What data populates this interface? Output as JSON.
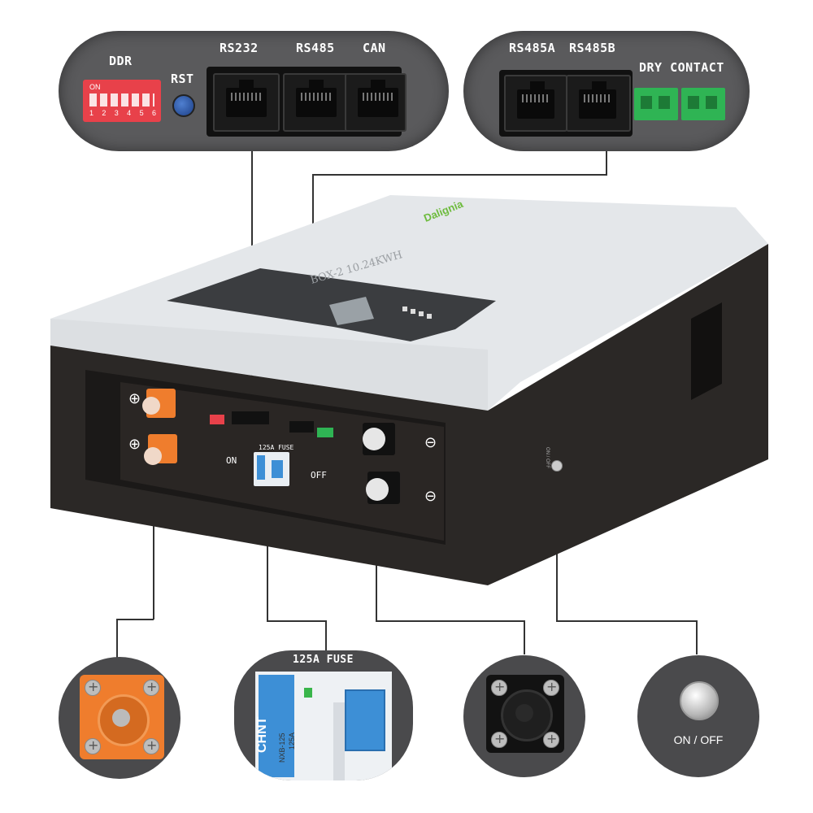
{
  "top_left_panel": {
    "ddr_label": "DDR",
    "dip_on_label": "ON",
    "dip_numbers": [
      "1",
      "2",
      "3",
      "4",
      "5",
      "6"
    ],
    "rst_label": "RST",
    "rs232_label": "RS232",
    "rs485_label": "RS485",
    "can_label": "CAN"
  },
  "top_right_panel": {
    "rs485a_label": "RS485A",
    "rs485b_label": "RS485B",
    "dry_contact_label": "DRY CONTACT"
  },
  "battery": {
    "brand": "Dalignia",
    "model_text": "BOX-2 10.24KWH",
    "on_label": "ON",
    "off_label": "OFF",
    "fuse_label": "125A FUSE",
    "positive_symbol": "⊕",
    "negative_symbol": "⊖",
    "side_switch_label": "ON / OFF"
  },
  "bottom_details": {
    "fuse_title": "125A FUSE",
    "breaker_brand": "CHNT",
    "breaker_model": "NXB-125",
    "breaker_rating": "125A",
    "switch_label": "ON / OFF"
  },
  "colors": {
    "panel_gray": "#5a5a5c",
    "case_dark": "#2b2826",
    "case_lid": "#e4e7ea",
    "dip_red": "#e8414a",
    "terminal_green": "#2fb454",
    "positive_orange": "#ef7d2d",
    "breaker_blue": "#3d8fd6"
  }
}
